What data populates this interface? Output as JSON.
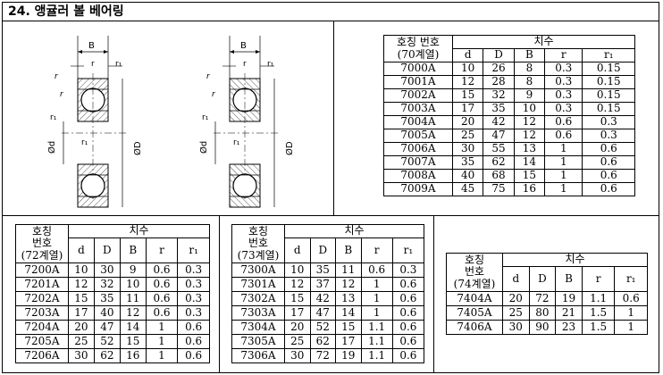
{
  "page_title": "24. 앵귤러 볼 베어링",
  "diagram_labels": {
    "width": "B",
    "radius": "r",
    "radius1": "r₁",
    "bore": "Ød",
    "outer": "ØD"
  },
  "col_labels": {
    "dims": "치수",
    "d": "d",
    "D": "D",
    "B": "B",
    "r": "r",
    "r1": "r₁"
  },
  "tables": {
    "s70": {
      "name_line1": "호칭 번호",
      "name_line2": "(70계열)",
      "rows": [
        [
          "7000A",
          "10",
          "26",
          "8",
          "0.3",
          "0.15"
        ],
        [
          "7001A",
          "12",
          "28",
          "8",
          "0.3",
          "0.15"
        ],
        [
          "7002A",
          "15",
          "32",
          "9",
          "0.3",
          "0.15"
        ],
        [
          "7003A",
          "17",
          "35",
          "10",
          "0.3",
          "0.15"
        ],
        [
          "7004A",
          "20",
          "42",
          "12",
          "0.6",
          "0.3"
        ],
        [
          "7005A",
          "25",
          "47",
          "12",
          "0.6",
          "0.3"
        ],
        [
          "7006A",
          "30",
          "55",
          "13",
          "1",
          "0.6"
        ],
        [
          "7007A",
          "35",
          "62",
          "14",
          "1",
          "0.6"
        ],
        [
          "7008A",
          "40",
          "68",
          "15",
          "1",
          "0.6"
        ],
        [
          "7009A",
          "45",
          "75",
          "16",
          "1",
          "0.6"
        ]
      ]
    },
    "s72": {
      "name_line1": "호칭",
      "name_line2": "번호",
      "name_line3": "(72계열)",
      "rows": [
        [
          "7200A",
          "10",
          "30",
          "9",
          "0.6",
          "0.3"
        ],
        [
          "7201A",
          "12",
          "32",
          "10",
          "0.6",
          "0.3"
        ],
        [
          "7202A",
          "15",
          "35",
          "11",
          "0.6",
          "0.3"
        ],
        [
          "7203A",
          "17",
          "40",
          "12",
          "0.6",
          "0.3"
        ],
        [
          "7204A",
          "20",
          "47",
          "14",
          "1",
          "0.6"
        ],
        [
          "7205A",
          "25",
          "52",
          "15",
          "1",
          "0.6"
        ],
        [
          "7206A",
          "30",
          "62",
          "16",
          "1",
          "0.6"
        ]
      ]
    },
    "s73": {
      "name_line1": "호칭",
      "name_line2": "번호",
      "name_line3": "(73계열)",
      "rows": [
        [
          "7300A",
          "10",
          "35",
          "11",
          "0.6",
          "0.3"
        ],
        [
          "7301A",
          "12",
          "37",
          "12",
          "1",
          "0.6"
        ],
        [
          "7302A",
          "15",
          "42",
          "13",
          "1",
          "0.6"
        ],
        [
          "7303A",
          "17",
          "47",
          "14",
          "1",
          "0.6"
        ],
        [
          "7304A",
          "20",
          "52",
          "15",
          "1.1",
          "0.6"
        ],
        [
          "7305A",
          "25",
          "62",
          "17",
          "1.1",
          "0.6"
        ],
        [
          "7306A",
          "30",
          "72",
          "19",
          "1.1",
          "0.6"
        ]
      ]
    },
    "s74": {
      "name_line1": "호칭",
      "name_line2": "번호",
      "name_line3": "(74계열)",
      "rows": [
        [
          "7404A",
          "20",
          "72",
          "19",
          "1.1",
          "0.6"
        ],
        [
          "7405A",
          "25",
          "80",
          "21",
          "1.5",
          "1"
        ],
        [
          "7406A",
          "30",
          "90",
          "23",
          "1.5",
          "1"
        ]
      ]
    }
  }
}
